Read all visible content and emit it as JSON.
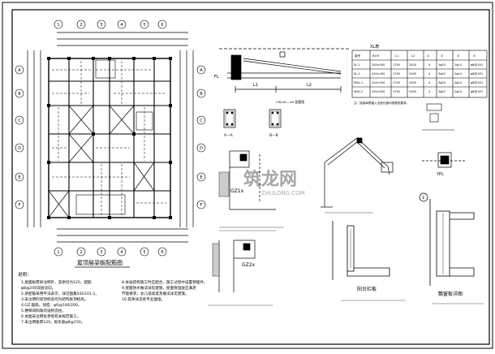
{
  "plan": {
    "title": "屋顶层梁板配筋图",
    "grid_numbers": [
      "1",
      "2",
      "3",
      "4",
      "5",
      "6"
    ],
    "grid_letters": [
      "A",
      "B",
      "C",
      "D",
      "E",
      "F"
    ]
  },
  "notes": {
    "heading": "说明：",
    "lines": [
      "1.屋面板厚除注明外，其余均为120，配筋",
      "  φ8@200双层双向。",
      "2.梁配筋采用平法表示，详见图集03G101-1。",
      "3.未注明的梁顶标高均为结构板顶标高。",
      "4.GZ 箍筋，加密，φ6@100/200。",
      "5.楼梯间四角均设构造柱。",
      "6.本图未注明处参照有关规范施工。",
      "7.未注明板厚120，板负筋φ8@150。"
    ]
  },
  "notes2": {
    "lines": [
      "8.本层结构施工时应配合，施工过程中设置预埋件。",
      "9.屋面防水做法详见建施，屋面保温层应满足",
      "  节能要求，女儿墙高度及做法详见建施。",
      "10.其余详见各专业图纸。"
    ]
  },
  "beam_table": {
    "title": "XL表",
    "headers": [
      "梁号",
      "B×H",
      "L1",
      "L2",
      "①",
      "②",
      "③",
      "④"
    ],
    "rows": [
      [
        "XL-1",
        "240×450",
        "1750",
        "2400",
        "4",
        "3φ25",
        "2φ14",
        "φ8@100"
      ],
      [
        "XL-2",
        "240×450",
        "1750",
        "2400",
        "4",
        "3φ22",
        "2φ14",
        "φ8@100"
      ],
      [
        "WXL-1",
        "240×500",
        "1750",
        "2400",
        "4",
        "3φ25",
        "2φ14",
        "φ8@100"
      ],
      [
        "WXL-2",
        "240×500",
        "1750",
        "2400",
        "4",
        "3φ22",
        "2φ14",
        "φ8@100"
      ]
    ],
    "note": "注：挑梁纵筋锚入支座长度均按规范要求。"
  },
  "details": {
    "a_a": "A—A",
    "b_b": "B—B",
    "section_note": "CW1XL—XX 配筋图",
    "gz1": "GZ1x",
    "gz2": "GZ2x",
    "yp1": "YPL",
    "balcony": "阳台栏板",
    "parapet": "飘窗板详图",
    "dim_1": "L1",
    "dim_2": "L2",
    "fl": "FL",
    "circle_1": "1"
  },
  "watermark": {
    "main": "筑龙网",
    "sub": "ZHULONG.COM"
  }
}
